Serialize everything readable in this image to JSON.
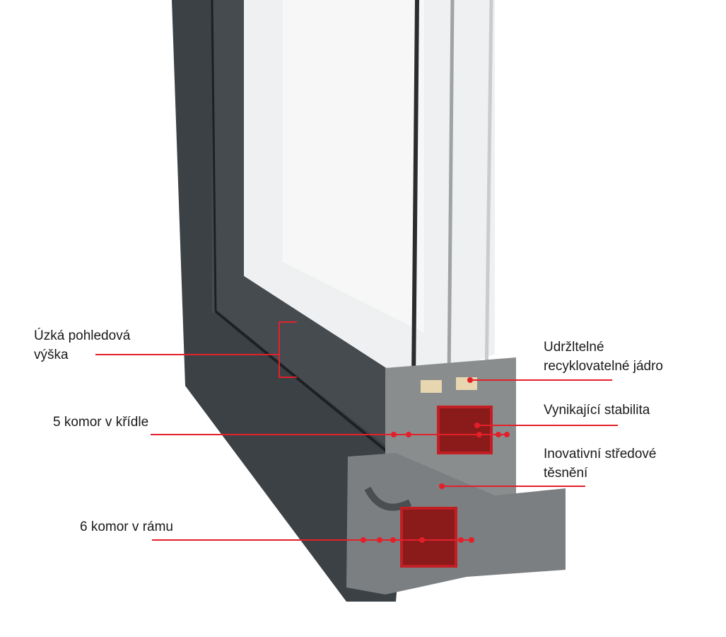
{
  "callouts": {
    "narrow_height": {
      "line1": "Úzká pohledová",
      "line2": "výška"
    },
    "sash_chambers": {
      "text": "5 komor v křídle"
    },
    "frame_chambers": {
      "text": "6 komor v rámu"
    },
    "core": {
      "line1": "Udržltelné",
      "line2": "recyklovatelné jádro"
    },
    "stability": {
      "text": "Vynikající stabilita"
    },
    "seal": {
      "line1": "Inovativní středové",
      "line2": "těsnění"
    }
  },
  "colors": {
    "accent": "#e3202a",
    "frame": "#3b4145",
    "profile": "#8a8d8e",
    "reinforcement": "#8b1a1a"
  }
}
